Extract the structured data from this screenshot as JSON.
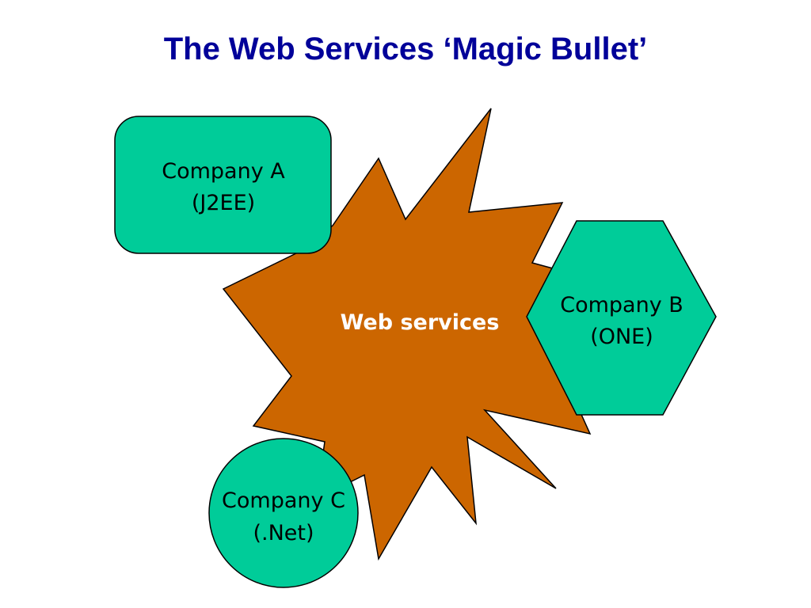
{
  "slide": {
    "title": "The Web Services ‘Magic Bullet’"
  },
  "diagram": {
    "center": {
      "label": "Web services",
      "fill": "#cc6600"
    },
    "nodes": [
      {
        "label_line1": "Company A",
        "label_line2": "(J2EE)",
        "shape": "rounded-rectangle"
      },
      {
        "label_line1": "Company B",
        "label_line2": "(ONE)",
        "shape": "hexagon"
      },
      {
        "label_line1": "Company C",
        "label_line2": "(.Net)",
        "shape": "circle"
      }
    ],
    "node_fill": "#00cc99",
    "title_color": "#000099"
  }
}
